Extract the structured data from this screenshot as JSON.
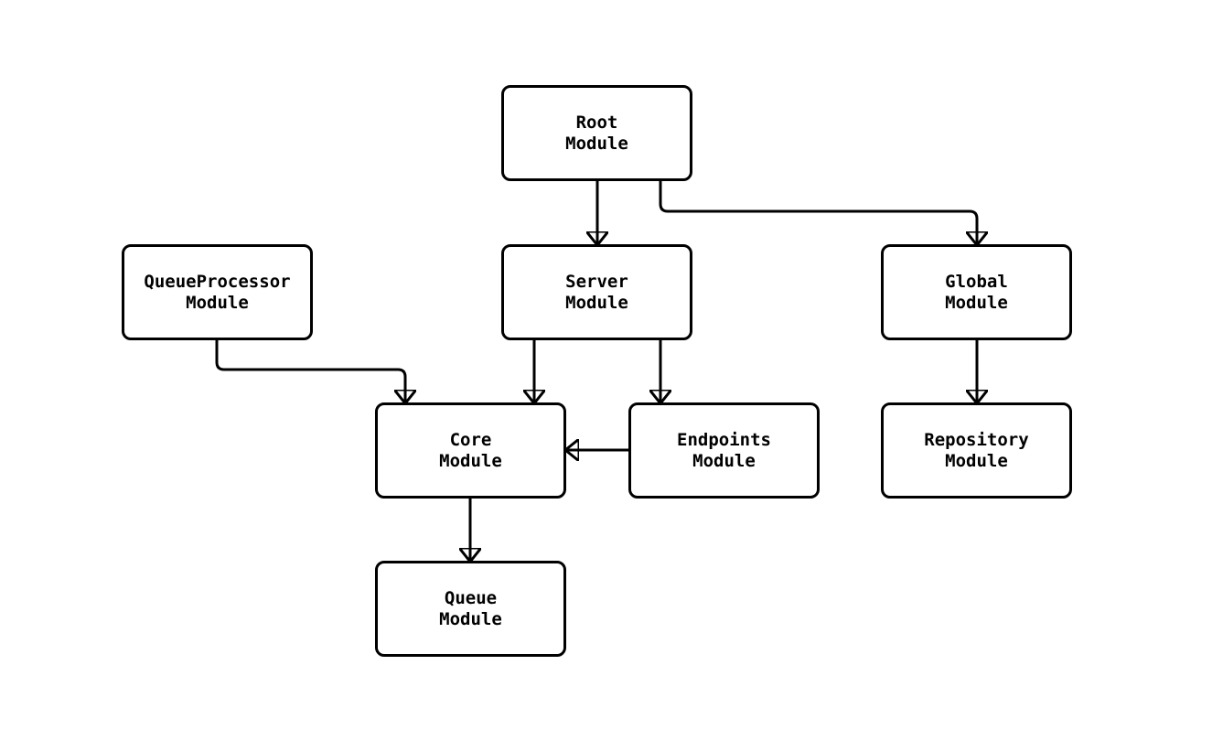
{
  "diagram": {
    "type": "module-dependency-diagram",
    "colors": {
      "background": "#ffffff",
      "node_fill": "#ffffff",
      "node_border": "#000000",
      "edge_stroke": "#000000",
      "text": "#000000"
    },
    "nodes": {
      "root": {
        "line1": "Root",
        "line2": "Module"
      },
      "queueprocessor": {
        "line1": "QueueProcessor",
        "line2": "Module"
      },
      "server": {
        "line1": "Server",
        "line2": "Module"
      },
      "global": {
        "line1": "Global",
        "line2": "Module"
      },
      "core": {
        "line1": "Core",
        "line2": "Module"
      },
      "endpoints": {
        "line1": "Endpoints",
        "line2": "Module"
      },
      "repository": {
        "line1": "Repository",
        "line2": "Module"
      },
      "queue": {
        "line1": "Queue",
        "line2": "Module"
      }
    },
    "edges": [
      {
        "from": "Root Module",
        "to": "Server Module"
      },
      {
        "from": "Root Module",
        "to": "Global Module"
      },
      {
        "from": "QueueProcessor Module",
        "to": "Core Module"
      },
      {
        "from": "Server Module",
        "to": "Core Module"
      },
      {
        "from": "Server Module",
        "to": "Endpoints Module"
      },
      {
        "from": "Endpoints Module",
        "to": "Core Module"
      },
      {
        "from": "Global Module",
        "to": "Repository Module"
      },
      {
        "from": "Core Module",
        "to": "Queue Module"
      }
    ]
  }
}
